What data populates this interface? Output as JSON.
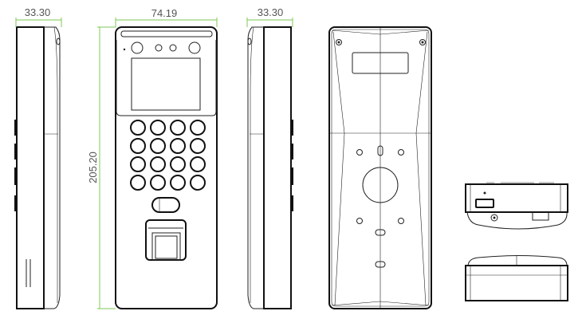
{
  "dimensions": {
    "left_side_width": "33.30",
    "front_width": "74.19",
    "front_height": "205.20",
    "right_side_width": "33.30"
  },
  "colors": {
    "dimension_line": "#7dc855",
    "outline": "#222222",
    "dimension_text": "#555555"
  }
}
